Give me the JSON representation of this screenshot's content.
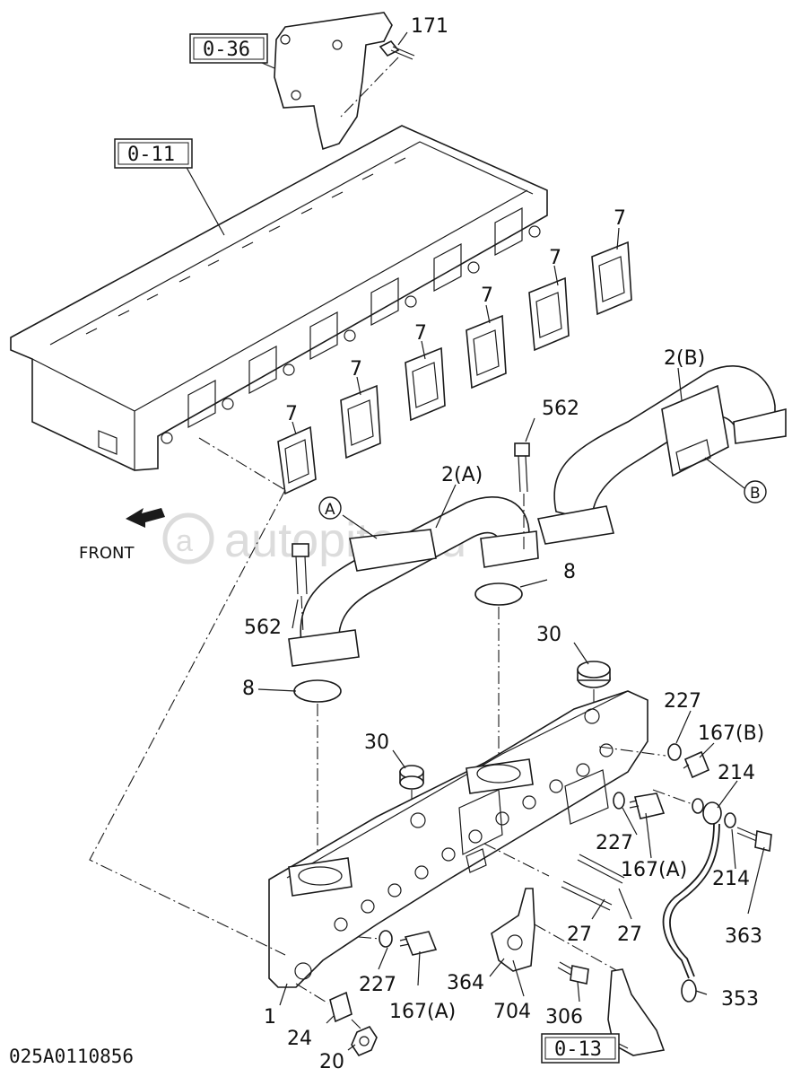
{
  "diagram": {
    "catalog_code": "025A0110856",
    "front_label": "FRONT",
    "watermark": "autopiter.ru",
    "reference_boxes": [
      "0-36",
      "0-11",
      "0-13"
    ],
    "callouts": {
      "a_ref": "A",
      "b_ref": "B"
    },
    "parts": [
      {
        "id": "p171",
        "label": "171"
      },
      {
        "id": "p7",
        "label": "7"
      },
      {
        "id": "p2b",
        "label": "2(B)"
      },
      {
        "id": "p562a",
        "label": "562"
      },
      {
        "id": "p2a",
        "label": "2(A)"
      },
      {
        "id": "p562b",
        "label": "562"
      },
      {
        "id": "p8a",
        "label": "8"
      },
      {
        "id": "p8b",
        "label": "8"
      },
      {
        "id": "p30a",
        "label": "30"
      },
      {
        "id": "p30b",
        "label": "30"
      },
      {
        "id": "p227a",
        "label": "227"
      },
      {
        "id": "p167b",
        "label": "167(B)"
      },
      {
        "id": "p214a",
        "label": "214"
      },
      {
        "id": "p227b",
        "label": "227"
      },
      {
        "id": "p167a1",
        "label": "167(A)"
      },
      {
        "id": "p214b",
        "label": "214"
      },
      {
        "id": "p363",
        "label": "363"
      },
      {
        "id": "p27a",
        "label": "27"
      },
      {
        "id": "p27b",
        "label": "27"
      },
      {
        "id": "p364",
        "label": "364"
      },
      {
        "id": "p227c",
        "label": "227"
      },
      {
        "id": "p167a2",
        "label": "167(A)"
      },
      {
        "id": "p704",
        "label": "704"
      },
      {
        "id": "p306",
        "label": "306"
      },
      {
        "id": "p353",
        "label": "353"
      },
      {
        "id": "p1",
        "label": "1"
      },
      {
        "id": "p24",
        "label": "24"
      },
      {
        "id": "p20",
        "label": "20"
      }
    ]
  }
}
